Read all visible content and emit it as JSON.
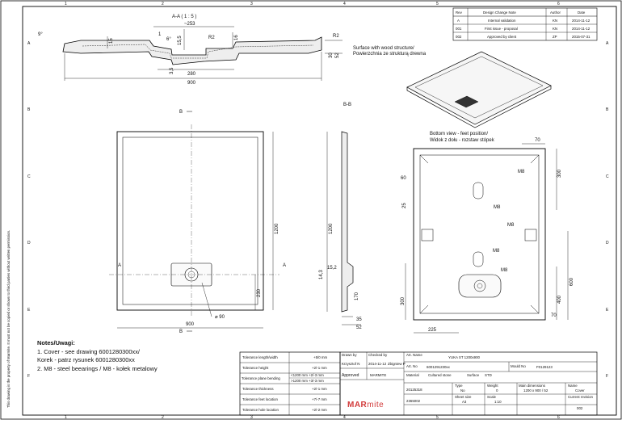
{
  "zones": {
    "top": [
      "1",
      "2",
      "3",
      "4",
      "5",
      "6"
    ],
    "left": [
      "A",
      "B",
      "C",
      "D",
      "E",
      "F"
    ]
  },
  "revision_table": {
    "headers": [
      "Rev",
      "Design Change Note",
      "Author",
      "Date"
    ],
    "rows": [
      [
        "A",
        "Internal validation",
        "KN",
        "2014-11-12"
      ],
      [
        "001",
        "First issue - proposal",
        "KN",
        "2014-11-12"
      ],
      [
        "002",
        "Approved by client",
        "ZP",
        "2015-07-31"
      ]
    ]
  },
  "section_aa": {
    "title": "A-A  ( 1 : 5 )",
    "dims": {
      "d253": "~253",
      "d155": "15,5",
      "r2a": "R2",
      "r2b": "R2",
      "d16": "16",
      "d15": "15",
      "d35a": "3,5",
      "d280": "280",
      "d900": "900",
      "d30": "30",
      "d52": "52",
      "ang9": "9°",
      "ang6": "6°",
      "d1": "1"
    }
  },
  "wood_note": [
    "Surface with wood structure/",
    "Powierzchnia ze strukturą drewna"
  ],
  "bottom_note": [
    "Bottom view - feet position/",
    "Widok z dołu - rozstaw stópek"
  ],
  "plan_view": {
    "b_top": "B",
    "b_bottom": "B",
    "a_left": "A",
    "a_right": "A",
    "d1200": "1200",
    "d230": "230",
    "d900": "900",
    "d90": "⌀ 90"
  },
  "section_bb": {
    "title": "B-B",
    "d1200": "1200",
    "d152": "15,2",
    "d143": "14,3",
    "d170": "170",
    "d35": "35",
    "d52": "52"
  },
  "bottom_view": {
    "d70top": "70",
    "d300": "300",
    "d60": "60",
    "d25": "25",
    "d300b": "300",
    "d600": "600",
    "d400": "400",
    "d70b": "70",
    "d225": "225",
    "m8": [
      "M8",
      "M8",
      "M8",
      "M8",
      "M8"
    ]
  },
  "notes": {
    "title": "Notes/Uwagi:",
    "lines": [
      "1.     Cover - see drawing 6001280300xx/",
      "Korek - patrz rysunek 6001280300xx",
      "2.     M8 - steel beearings / M8 - kołek metalowy"
    ]
  },
  "tolerance_table": {
    "rows": [
      [
        "Tolerance length/width",
        "+5/0 mm"
      ],
      [
        "Tolerance height",
        "+2/-1 mm"
      ],
      [
        "Tolerance plane bending",
        "<1200 mm +2/-3 mm",
        ">1200 mm +3/-3 mm"
      ],
      [
        "Tolerance thickness",
        "+2/-1 mm"
      ],
      [
        "Tolerance feet location",
        "+7/-7 mm"
      ],
      [
        "Tolerance hole location",
        "+2/-2 mm"
      ]
    ]
  },
  "title_block": {
    "drawn_label": "Drawn by",
    "checked_label": "Checked by",
    "drawn_name": "Krzysztof N",
    "drawn_date": "2014-11-12",
    "checked_name": "Zbigniew P",
    "approved": "Approved",
    "company": "MARMITE",
    "art_name_label": "Art. Name",
    "art_name": "YUKA ST 1200x900",
    "art_no_label": "Art. No",
    "art_no": "6001291230xx",
    "mould_label": "Mould No",
    "mould": "F0129123",
    "material_label": "Material",
    "material": "Cultured stone",
    "surface_label": "Surface",
    "surface": "STD",
    "drw_no": "20125318",
    "type_label": "Type",
    "type": "No",
    "weight_label": "Weight",
    "weight": "0",
    "dims_label": "Main dimensions",
    "dims": "1200 x 900 / 52",
    "name_label": "Name",
    "name": "Cover",
    "sheet_label": "Sheet size",
    "sheet": "A3",
    "scale_label": "Scale",
    "scale": "1:10",
    "code": "2365002",
    "rev_label": "Current revision",
    "rev": "002",
    "logo_a": "MAR",
    "logo_b": "mite"
  },
  "side_note": "This drawing is the property of Marmite. It must not be copied or shown to third parties without written permission."
}
